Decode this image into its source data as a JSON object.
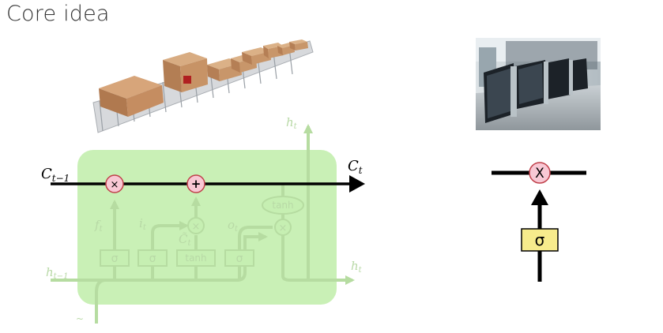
{
  "slide": {
    "title": "Core idea"
  },
  "lstm_cell": {
    "cell_state_in": {
      "base": "C",
      "sub": "t−1"
    },
    "cell_state_out": {
      "base": "C",
      "sub": "t"
    },
    "hidden_in": {
      "base": "h",
      "sub": "t−1"
    },
    "hidden_out": {
      "base": "h",
      "sub": "t"
    },
    "hidden_up": {
      "base": "h",
      "sub": "t"
    },
    "forget_gate": {
      "base": "f",
      "sub": "t"
    },
    "input_gate": {
      "base": "i",
      "sub": "t"
    },
    "candidate": {
      "base": "C̃",
      "sub": "t"
    },
    "output_gate": {
      "base": "o",
      "sub": "t"
    },
    "multiply_symbol": "×",
    "add_symbol": "+",
    "sigma_label": "σ",
    "tanh_label": "tanh",
    "x_input_mark": "~"
  },
  "gate_diagram": {
    "multiply_label": "X",
    "sigma_label": "σ"
  },
  "colors": {
    "cell_fill": "#c6efb2",
    "faint_green": "#a9d495",
    "pink": "#f8c8d4",
    "sigma_box": "#f7eb8c",
    "line": "#000000"
  },
  "images": [
    {
      "name": "conveyor-belt-boxes"
    },
    {
      "name": "turnstile-gates"
    }
  ]
}
